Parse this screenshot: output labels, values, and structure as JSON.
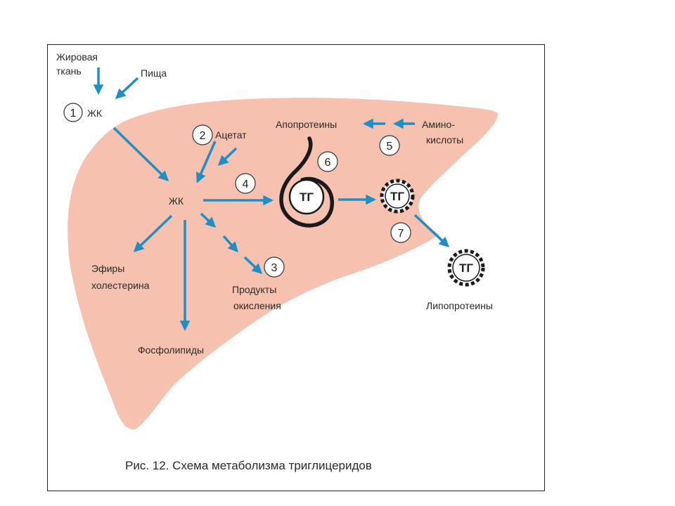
{
  "labels": {
    "adipose_line1": "Жировая",
    "adipose_line2": "ткань",
    "food": "Пища",
    "fa_top": "ЖК",
    "acetate": "Ацетат",
    "apoproteins": "Апопротеины",
    "amino_line1": "Амино-",
    "amino_line2": "кислоты",
    "fa_center": "ЖК",
    "esters_line1": "Эфиры",
    "esters_line2": "холестерина",
    "oxidation_line1": "Продукты",
    "oxidation_line2": "окисления",
    "phospholipids": "Фосфолипиды",
    "lipoproteins": "Липопротеины"
  },
  "steps": [
    "1",
    "2",
    "3",
    "4",
    "5",
    "6",
    "7"
  ],
  "tg_label": "ТГ",
  "caption": "Рис. 12. Схема метаболизма триглицеридов",
  "colors": {
    "liver": "#f6c1ae",
    "arrow": "#1e8fc6",
    "text": "#2a2a2a"
  }
}
